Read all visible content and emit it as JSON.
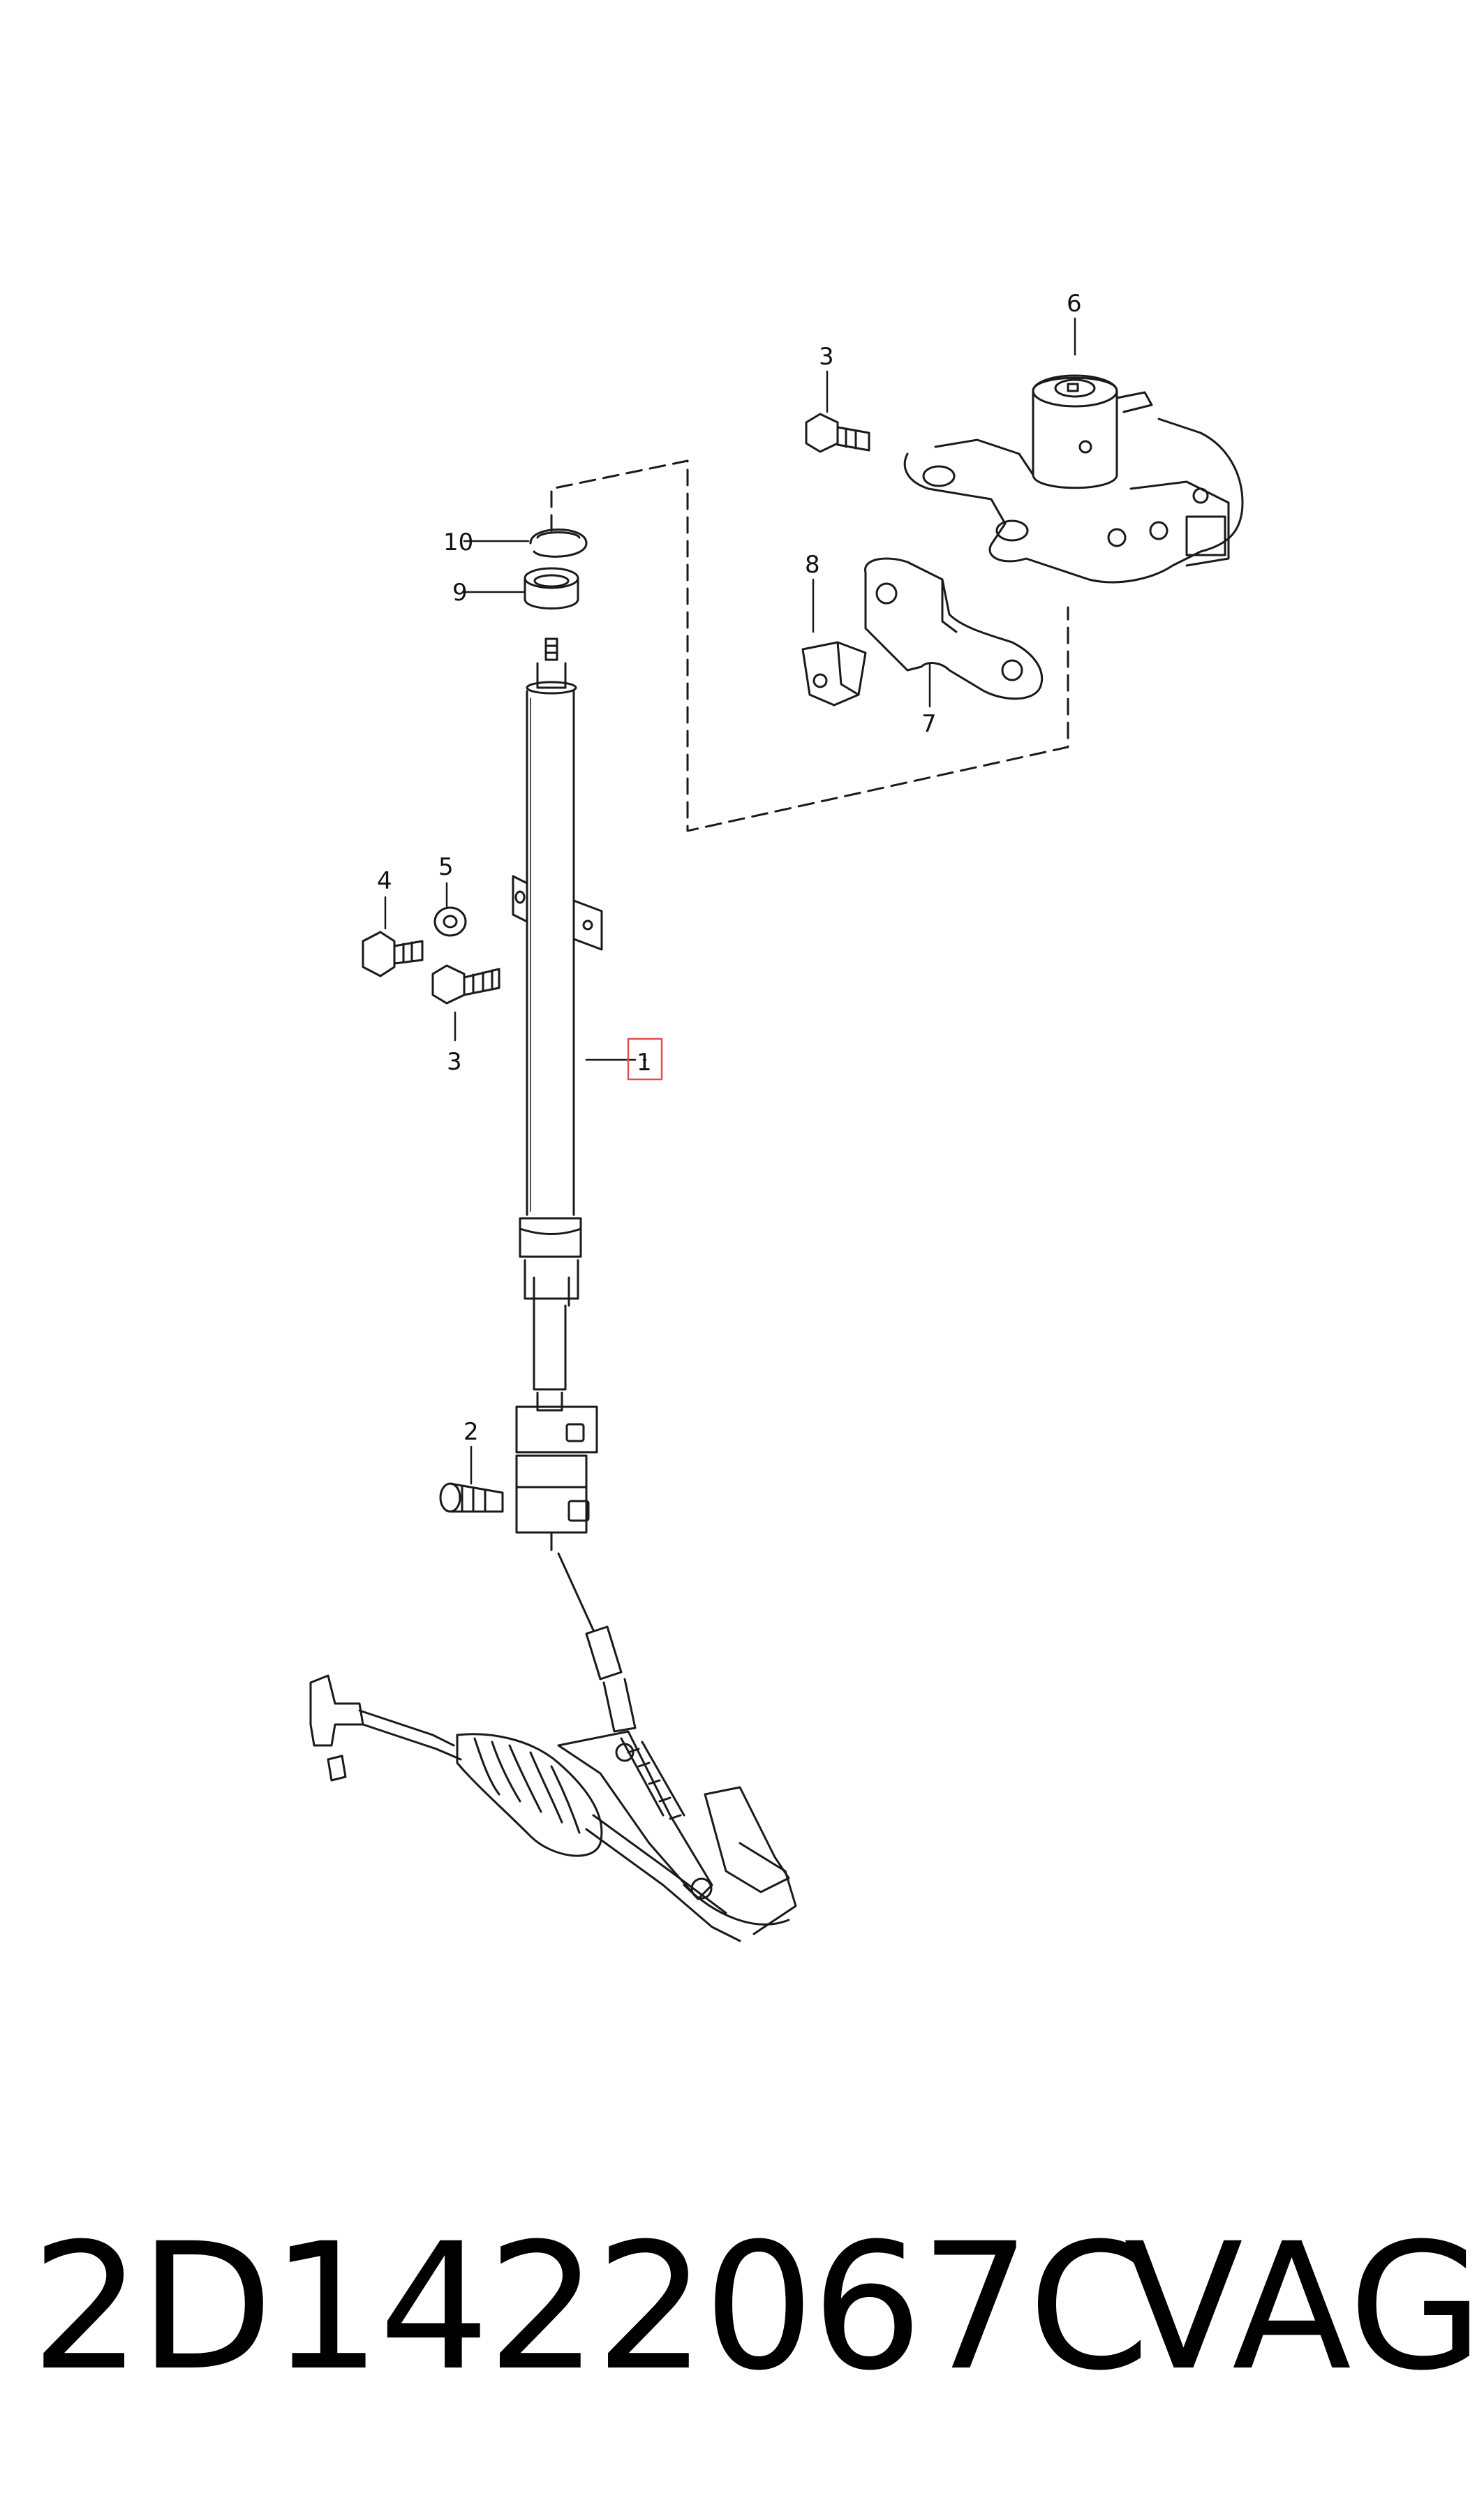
{
  "callouts": {
    "c1": "1",
    "c2": "2",
    "c3a": "3",
    "c3b": "3",
    "c4": "4",
    "c5": "5",
    "c6": "6",
    "c7": "7",
    "c8": "8",
    "c9": "9",
    "c10": "10"
  },
  "footer": {
    "part_number": "2D1422067C",
    "brand": "VAG"
  },
  "colors": {
    "line": "#1a1a1a",
    "highlight": "#e05050",
    "background": "#ffffff"
  }
}
